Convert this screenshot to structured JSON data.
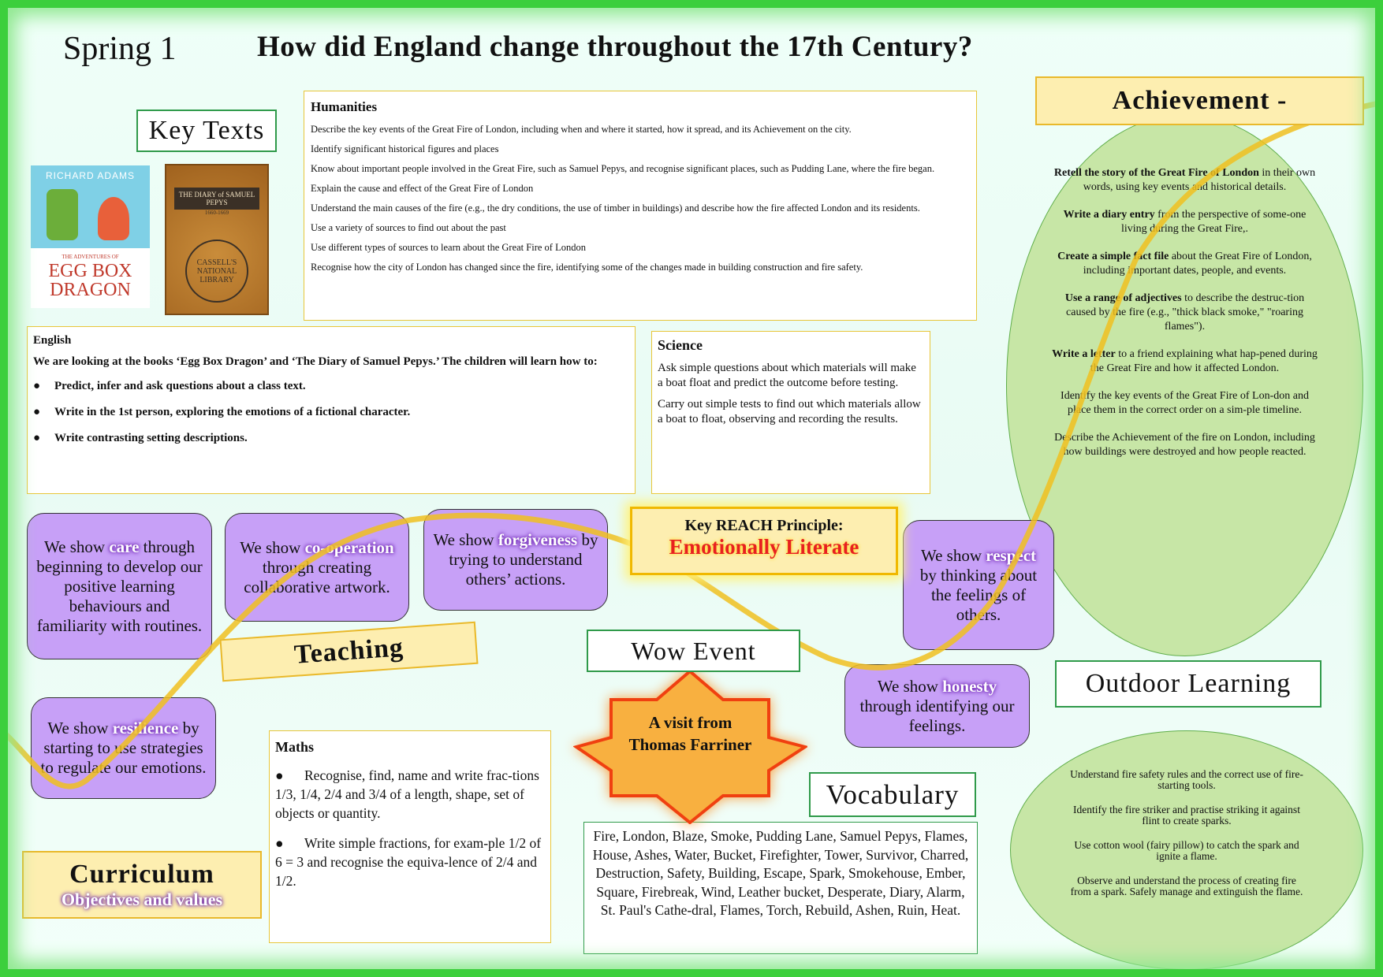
{
  "header": {
    "term": "Spring 1",
    "title": "How did England change throughout the 17th Century?"
  },
  "key_texts": {
    "label": "Key Texts",
    "books": [
      {
        "cover_author": "RICHARD ADAMS",
        "cover_title_top": "THE ADVENTURES OF",
        "cover_title": "EGG BOX DRAGON"
      },
      {
        "cover_title": "THE DIARY of SAMUEL PEPYS",
        "cover_dates": "1660-1669",
        "cover_series": "CASSELL'S NATIONAL LIBRARY"
      }
    ]
  },
  "humanities": {
    "heading": "Humanities",
    "items": [
      "Describe the key events of the Great Fire of London, including when and where it started, how it spread, and its Achievement on the city.",
      "Identify significant historical figures and places",
      "Know about important people involved in the Great Fire, such as Samuel Pepys, and recognise significant places, such as Pudding Lane, where the fire began.",
      "Explain the cause and effect of the Great Fire of London",
      "Understand the main causes of the fire (e.g., the dry conditions, the use of timber in buildings) and describe how the fire affected London and its residents.",
      "Use a variety of sources to find out about the past",
      "Use different types of sources to learn about the Great Fire of London",
      "Recognise how the city of London has changed since the fire, identifying some of the changes made in building construction and fire safety."
    ]
  },
  "achievement": {
    "heading": "Achievement -",
    "items": [
      {
        "bold": "Retell the story of the Great Fire of London",
        "text": " in their own words, using key events and historical details."
      },
      {
        "bold": "Write a diary entry",
        "text": " from the perspective of some-one living during the Great Fire,."
      },
      {
        "bold": "Create a simple fact file",
        "text": " about the Great Fire of London, including important dates, people, and events."
      },
      {
        "bold": "Use a range of adjectives",
        "text": " to describe the destruc-tion caused by the fire (e.g., \"thick black smoke,\" \"roaring flames\")."
      },
      {
        "bold": "Write a letter",
        "text": " to a friend explaining what hap-pened during the Great Fire and how it affected London."
      },
      {
        "bold": "",
        "text": "Identify the key events of the Great Fire of Lon-don and place them in the correct order on a sim-ple timeline."
      },
      {
        "bold": "",
        "text": "Describe the Achievement of the fire on London, including how buildings were destroyed and how people reacted."
      }
    ]
  },
  "english": {
    "heading": "English",
    "intro": "We are looking at the books ‘Egg Box Dragon’ and ‘The Diary of Samuel Pepys.’ The children will learn how to:",
    "items": [
      "Predict, infer and ask questions about a class text.",
      "Write in the 1st person, exploring the emotions of a fictional character.",
      "Write contrasting setting descriptions."
    ]
  },
  "science": {
    "heading": "Science",
    "items": [
      "Ask simple questions about which materials will make a boat float and predict the outcome before testing.",
      "Carry out simple tests to find out which materials allow a boat to float, observing and recording the results."
    ]
  },
  "values": [
    {
      "pre": "We show ",
      "word": "care",
      "post": " through beginning to develop our positive learning behaviours and familiarity with routines."
    },
    {
      "pre": "We show ",
      "word": "co-operation",
      "post": " through creating collaborative artwork."
    },
    {
      "pre": "We show ",
      "word": "forgiveness",
      "post": " by trying to understand others’ actions."
    },
    {
      "pre": "We show ",
      "word": "respect",
      "post": " by thinking about the feelings of others."
    },
    {
      "pre": "We show ",
      "word": "honesty",
      "post": " through identifying our feelings."
    },
    {
      "pre": "We show ",
      "word": "resilience",
      "post": " by starting to use strategies to regulate our emotions."
    }
  ],
  "reach": {
    "label": "Key REACH Principle:",
    "value": "Emotionally Literate"
  },
  "teaching": {
    "label": "Teaching"
  },
  "wow": {
    "label": "Wow Event",
    "event": "A visit from Thomas Farriner"
  },
  "outdoor": {
    "heading": "Outdoor Learning",
    "items": [
      "Understand fire safety rules and the correct use of fire-starting tools.",
      "Identify the fire striker and practise striking it against flint to create sparks.",
      "Use cotton wool (fairy pillow) to catch the spark and ignite a flame.",
      "Observe and understand the process of creating fire from a spark. Safely manage and extinguish the flame."
    ]
  },
  "vocabulary": {
    "heading": "Vocabulary",
    "words": "Fire, London, Blaze, Smoke, Pudding Lane, Samuel Pepys, Flames, House, Ashes, Water, Bucket, Firefighter, Tower, Survivor, Charred, Destruction, Safety, Building, Escape, Spark, Smokehouse, Ember, Square, Firebreak, Wind, Leather bucket, Desperate, Diary, Alarm, St. Paul's Cathe-dral, Flames, Torch, Rebuild, Ashen, Ruin, Heat."
  },
  "maths": {
    "heading": "Maths",
    "items": [
      "Recognise, find, name and write frac-tions 1/3, 1/4, 2/4 and 3/4 of a length, shape, set of objects or quantity.",
      "Write simple fractions, for exam-ple 1/2 of 6 = 3 and recognise the equiva-lence of 2/4 and 1/2."
    ]
  },
  "curriculum": {
    "title": "Curriculum",
    "subtitle": "Objectives and values"
  },
  "colors": {
    "purple": "#c7a0f7",
    "green_ellipse": "#c7e6a6",
    "yellow_header": "#fdeeb0",
    "star": "#f8b040",
    "star_border": "#f04010",
    "wave": "#f0c020"
  }
}
